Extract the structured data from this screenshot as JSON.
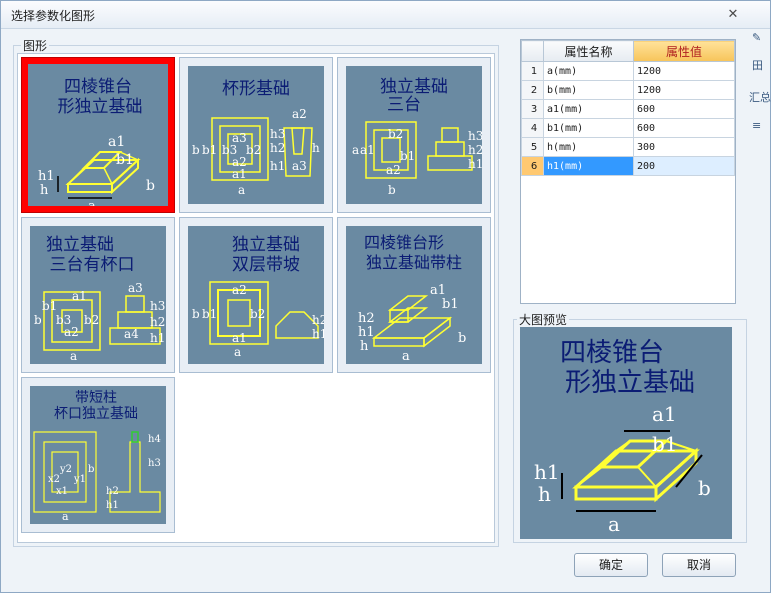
{
  "window": {
    "title": "选择参数化图形",
    "close": "✕"
  },
  "side_strip": [
    "✎",
    "田",
    "汇总",
    "≡"
  ],
  "gallery": {
    "label": "图形",
    "tiles": [
      {
        "id": "t1",
        "title_lines": [
          "四棱锥台",
          "形独立基础"
        ],
        "labels": [
          "a1",
          "b1",
          "h1",
          "h",
          "a",
          "b"
        ]
      },
      {
        "id": "t2",
        "title_lines": [
          "杯形基础"
        ],
        "labels": [
          "a2",
          "a3",
          "b3",
          "b2",
          "b",
          "b1",
          "a2",
          "a1",
          "a",
          "h3",
          "h2",
          "h1",
          "h",
          "a3"
        ]
      },
      {
        "id": "t3",
        "title_lines": [
          "独立基础",
          "三台"
        ],
        "labels": [
          "b2",
          "a",
          "a1",
          "b1",
          "a2",
          "b",
          "h3",
          "h2",
          "h1"
        ]
      },
      {
        "id": "t4",
        "title_lines": [
          "独立基础",
          "三台有杯口"
        ],
        "labels": [
          "a1",
          "a3",
          "b1",
          "b3",
          "a2",
          "b2",
          "b",
          "a",
          "h3",
          "h2",
          "h1",
          "a4"
        ]
      },
      {
        "id": "t5",
        "title_lines": [
          "独立基础",
          "双层带坡"
        ],
        "labels": [
          "a2",
          "b",
          "b1",
          "b2",
          "a1",
          "a",
          "h2",
          "h1"
        ]
      },
      {
        "id": "t6",
        "title_lines": [
          "四棱锥台形",
          "独立基础带柱"
        ],
        "labels": [
          "a1",
          "b1",
          "h2",
          "h1",
          "h",
          "b",
          "a"
        ]
      },
      {
        "id": "t7",
        "title_lines": [
          "带短柱",
          "杯口独立基础"
        ],
        "labels": [
          "x2",
          "y2",
          "x1",
          "y1",
          "b",
          "a",
          "h4",
          "h3",
          "h2",
          "h1"
        ]
      }
    ]
  },
  "properties": {
    "col_name": "属性名称",
    "col_value": "属性值",
    "rows": [
      {
        "idx": "1",
        "name": "a(mm)",
        "value": "1200"
      },
      {
        "idx": "2",
        "name": "b(mm)",
        "value": "1200"
      },
      {
        "idx": "3",
        "name": "a1(mm)",
        "value": "600"
      },
      {
        "idx": "4",
        "name": "b1(mm)",
        "value": "600"
      },
      {
        "idx": "5",
        "name": "h(mm)",
        "value": "300"
      },
      {
        "idx": "6",
        "name": "h1(mm)",
        "value": "200"
      }
    ],
    "selected_row": "6"
  },
  "preview": {
    "label": "大图预览",
    "title_lines": [
      "四棱锥台",
      "形独立基础"
    ],
    "labels": [
      "a1",
      "b1",
      "h1",
      "h",
      "a",
      "b"
    ]
  },
  "buttons": {
    "ok": "确定",
    "cancel": "取消"
  },
  "colors": {
    "thumb_bg": "#6a8aa2",
    "drawing": "#ffff33",
    "dim_text": "#ffffff",
    "title_text": "#0b1c74",
    "selected_border": "#ff0000"
  }
}
